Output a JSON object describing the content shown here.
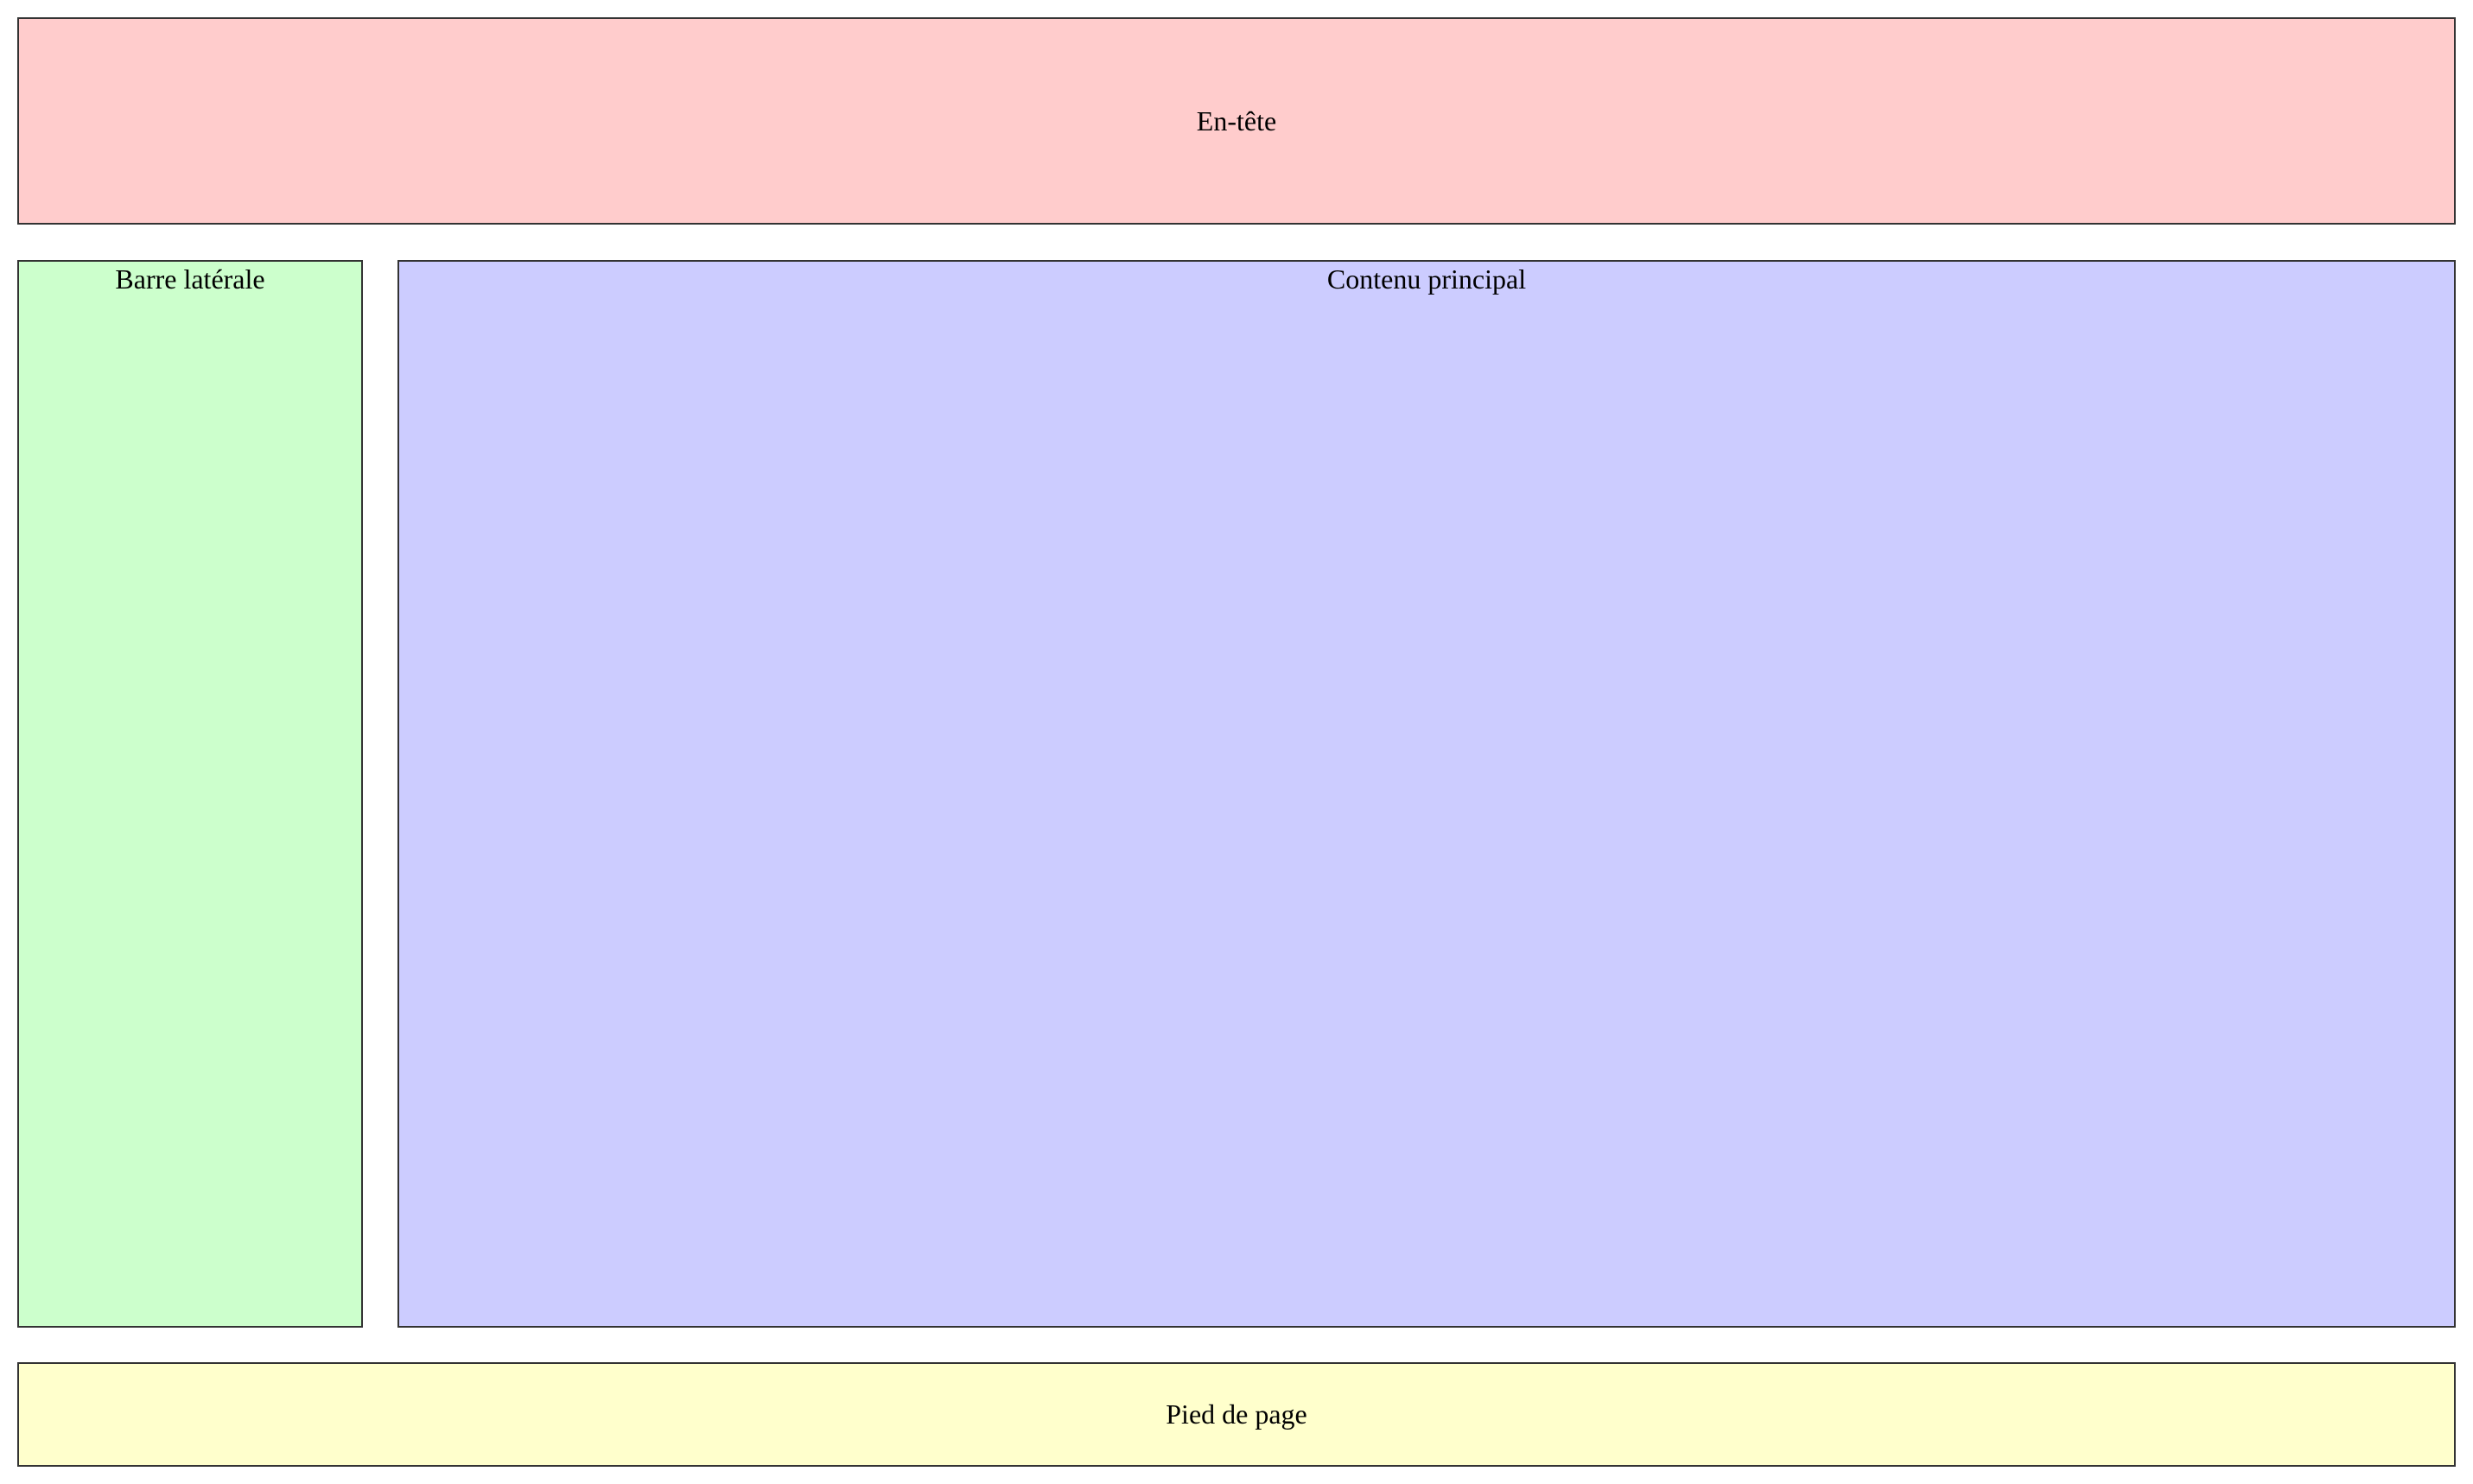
{
  "header": {
    "label": "En-tête",
    "color": "#ffcccc"
  },
  "sidebar": {
    "label": "Barre latérale",
    "color": "#ccffcc"
  },
  "main": {
    "label": "Contenu principal",
    "color": "#ccccff"
  },
  "footer": {
    "label": "Pied de page",
    "color": "#ffffcc"
  }
}
